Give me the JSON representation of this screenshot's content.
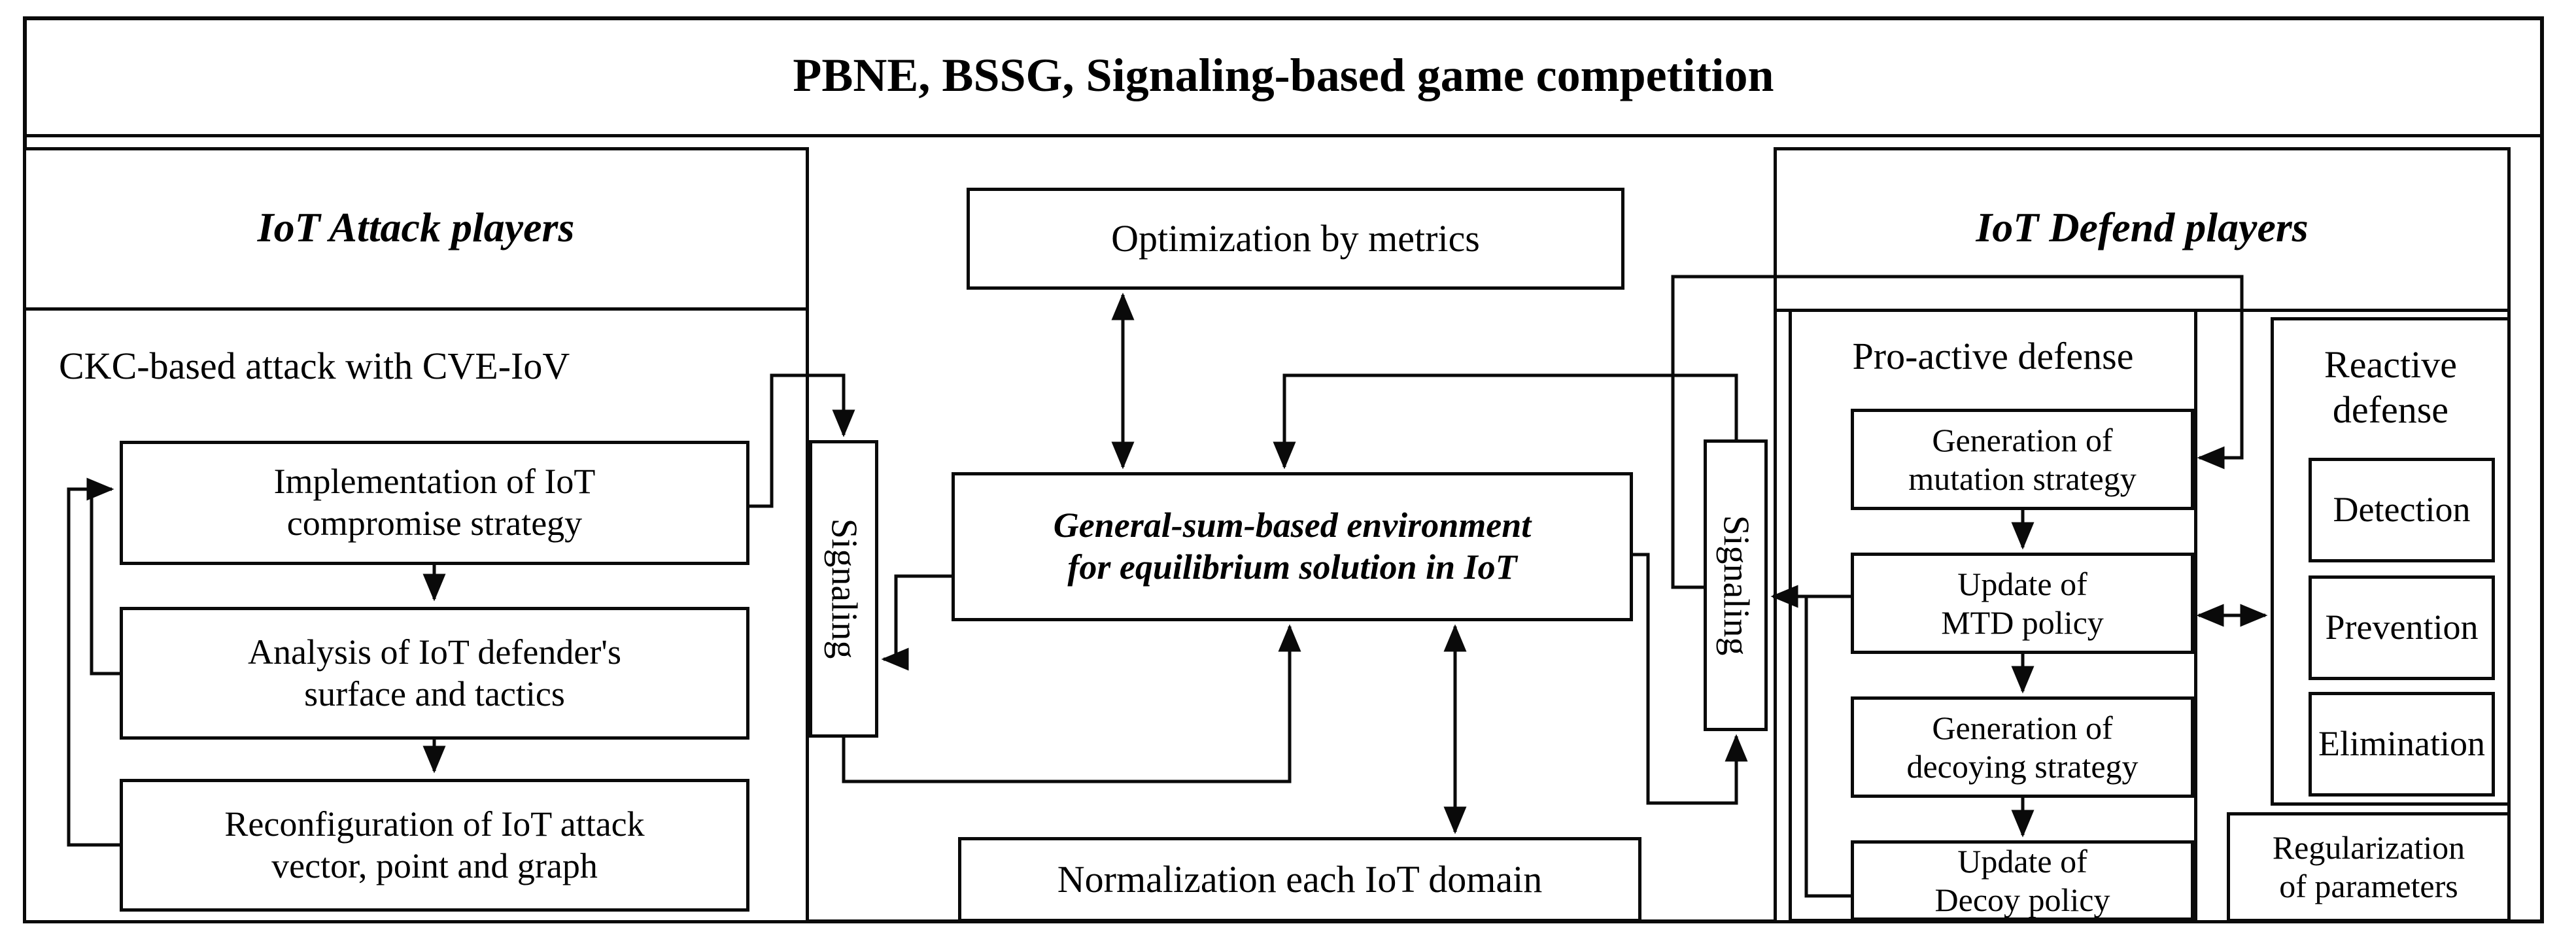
{
  "title": "PBNE, BSSG, Signaling-based game competition",
  "colors": {
    "line": "#0a0a0a",
    "background": "#ffffff"
  },
  "attack": {
    "header": "IoT Attack players",
    "ckc_label": "CKC-based attack with CVE-IoV",
    "boxes": [
      {
        "label": "Implementation of IoT\ncompromise strategy"
      },
      {
        "label": "Analysis of IoT defender's\nsurface and tactics"
      },
      {
        "label": "Reconfiguration of IoT attack\nvector, point and graph"
      }
    ]
  },
  "signaling": {
    "left": "Signaling",
    "right": "Signaling"
  },
  "middle": {
    "optimization": "Optimization by metrics",
    "environment": "General-sum-based environment\nfor equilibrium solution in IoT",
    "normalization": "Normalization each IoT domain"
  },
  "defend": {
    "header": "IoT Defend players",
    "proactive": {
      "label": "Pro-active defense",
      "boxes": [
        {
          "label": "Generation of\nmutation strategy"
        },
        {
          "label": "Update of\nMTD policy"
        },
        {
          "label": "Generation of\ndecoying strategy"
        },
        {
          "label": "Update of\nDecoy policy"
        }
      ]
    },
    "reactive": {
      "label": "Reactive\ndefense",
      "boxes": [
        {
          "label": "Detection"
        },
        {
          "label": "Prevention"
        },
        {
          "label": "Elimination"
        }
      ]
    },
    "regularization": "Regularization\nof parameters"
  }
}
